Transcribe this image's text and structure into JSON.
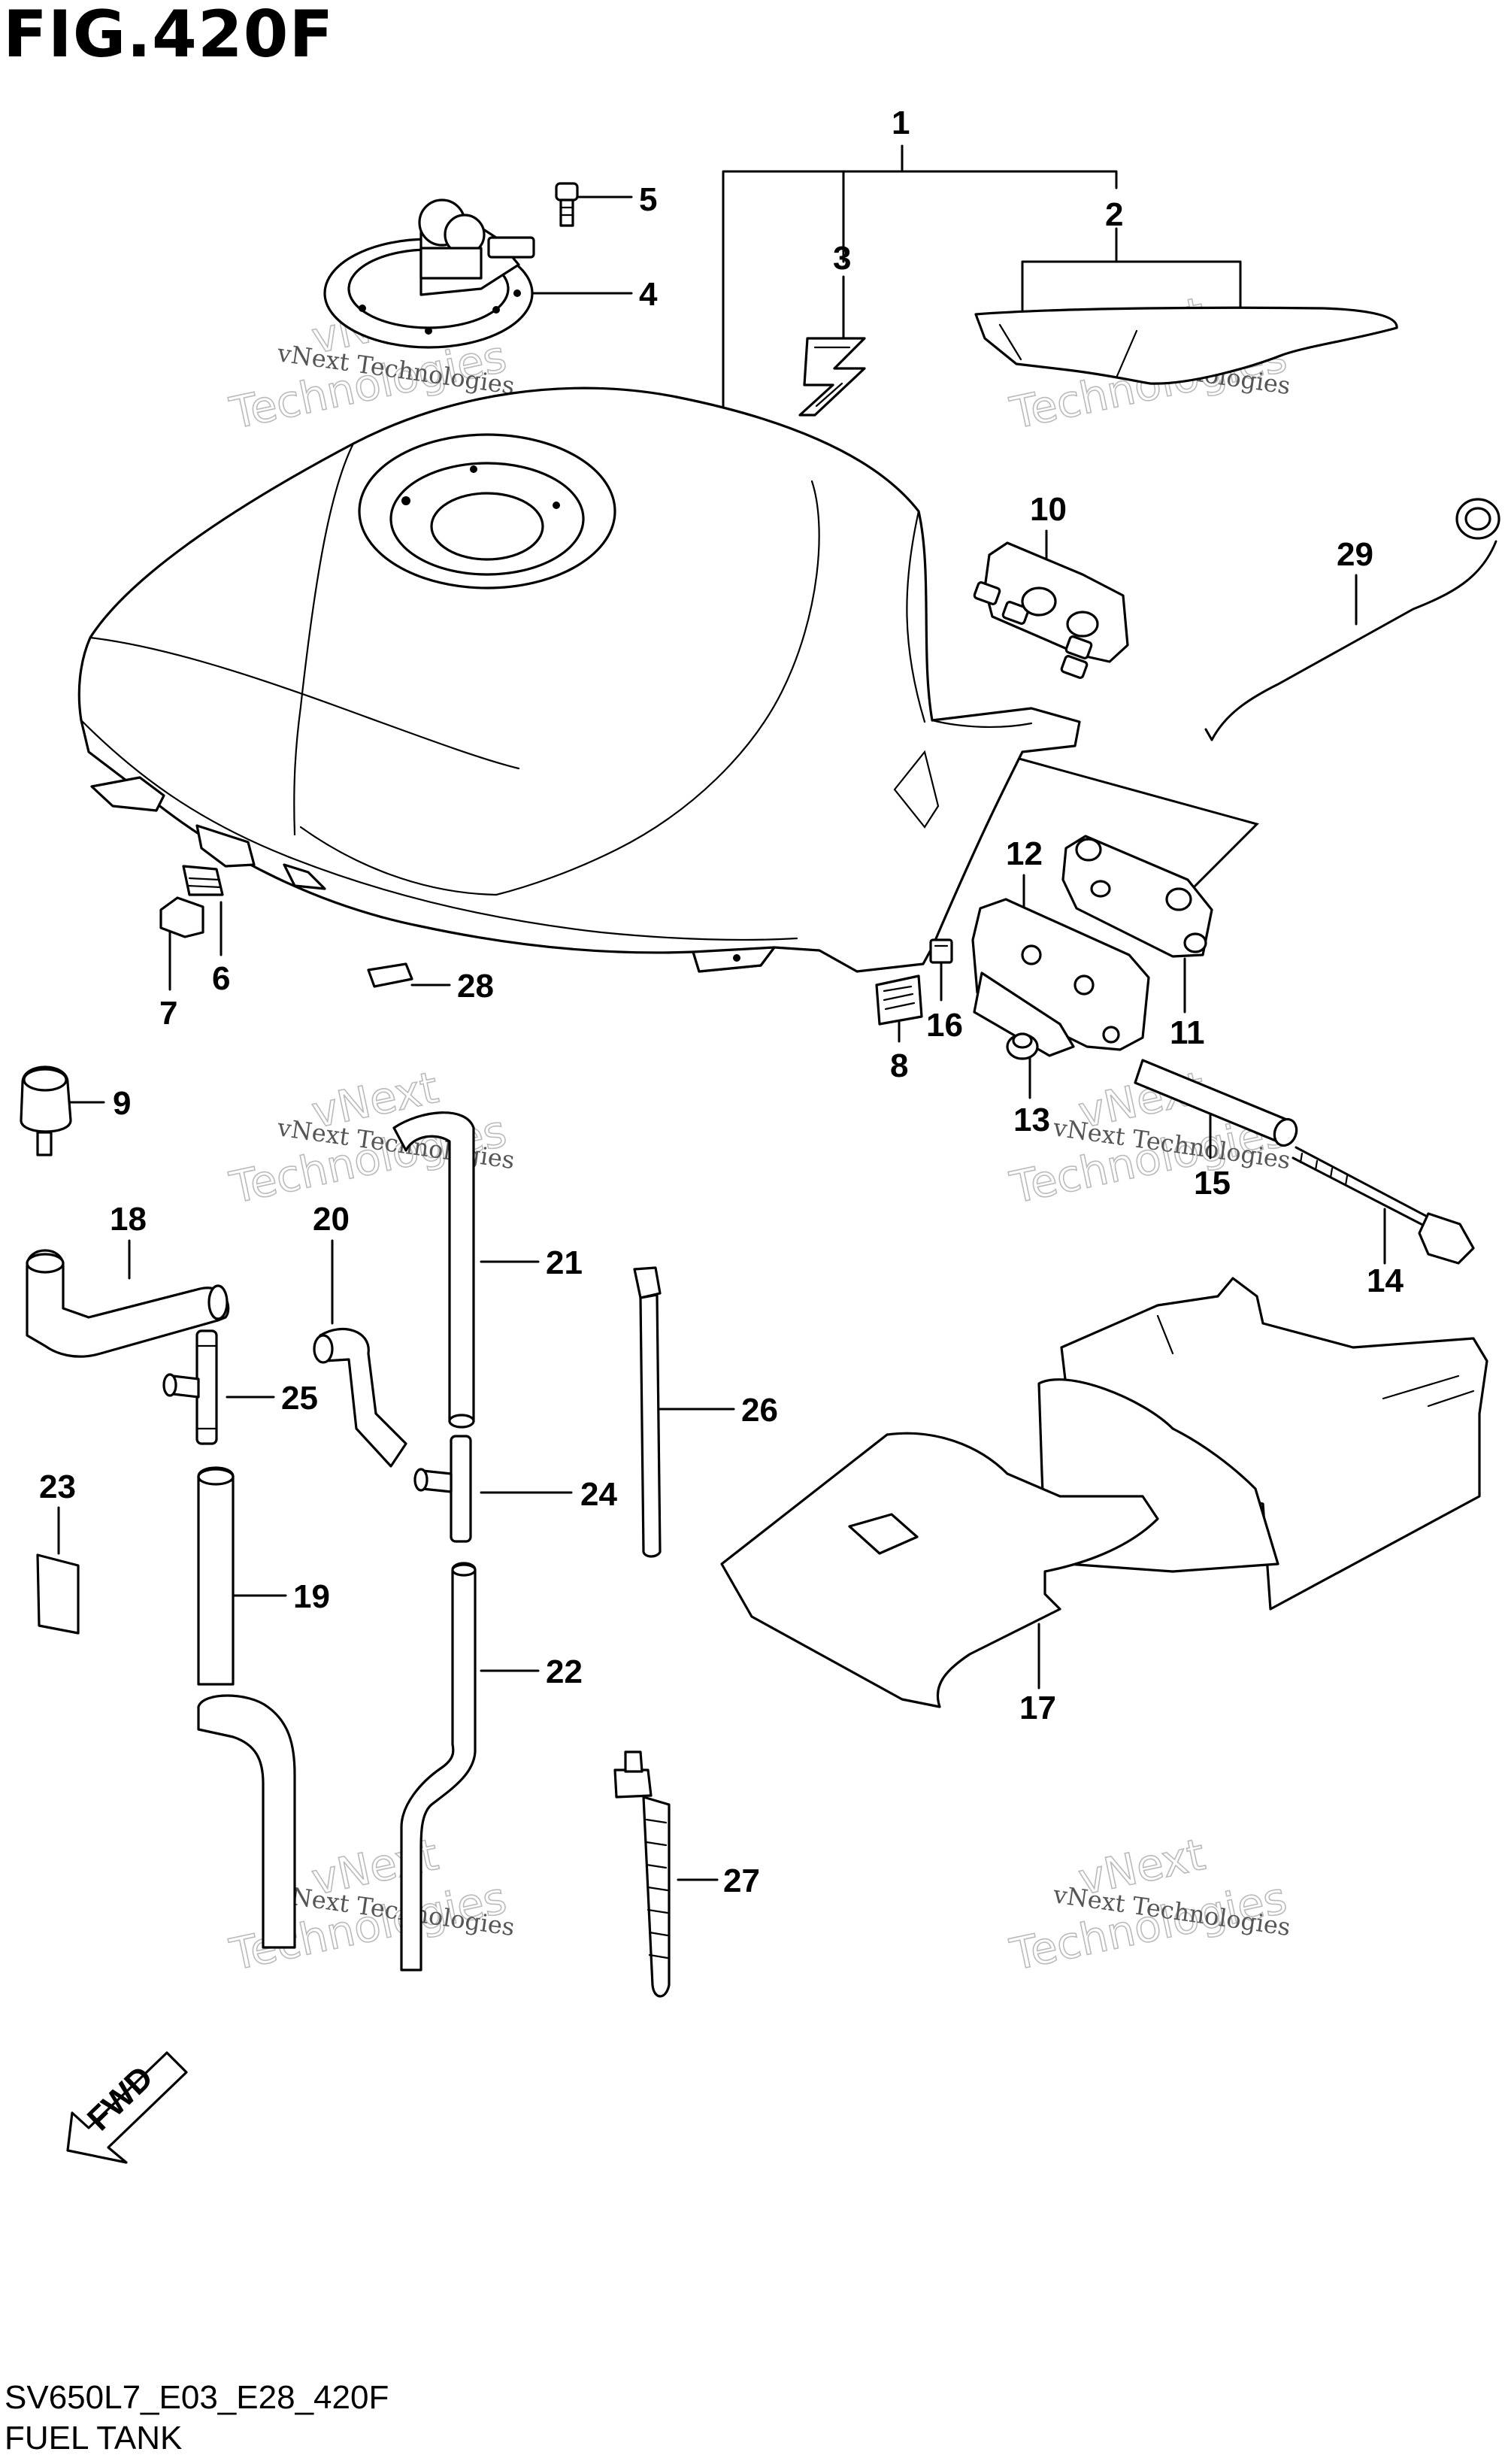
{
  "figure": {
    "title": "FIG.420F",
    "code": "SV650L7_E03_E28_420F",
    "name": "FUEL TANK"
  },
  "watermark": {
    "line1": "vNext Technologies",
    "line2": "Technologies",
    "line2_top": "vNext"
  },
  "forward_arrow_label": "FWD",
  "parts": [
    "1",
    "2",
    "3",
    "4",
    "5",
    "6",
    "7",
    "8",
    "9",
    "10",
    "11",
    "12",
    "13",
    "14",
    "15",
    "16",
    "17",
    "18",
    "19",
    "20",
    "21",
    "22",
    "23",
    "24",
    "25",
    "26",
    "27",
    "28",
    "29"
  ]
}
